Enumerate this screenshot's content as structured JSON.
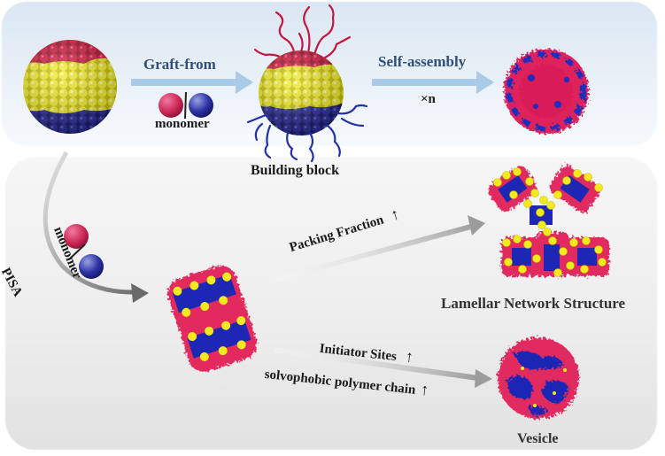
{
  "colors": {
    "red_block": "#d0173a",
    "yellow_block": "#f2ea1c",
    "blue_block": "#22238f",
    "polymer_red": "#e23466",
    "polymer_blue": "#1a2bb8",
    "arrow_light_blue": "#a9cbe8",
    "arrow_gray": "#9a9a9a",
    "label_blue": "#2f4f7a",
    "label_dark": "#1a1a1a"
  },
  "top_row": {
    "graft_arrow": {
      "label": "Graft-from"
    },
    "monomer_label": "monomer",
    "building_block_label": "Building block",
    "self_assembly_arrow": {
      "label": "Self-assembly",
      "multiplier": "×n"
    }
  },
  "bottom_row": {
    "pisa_label": "PISA",
    "monomer_label": "monomer",
    "upper_path": {
      "label": "Packing Fraction",
      "trend": "↑"
    },
    "lower_path": {
      "label_1": "Initiator Sites",
      "trend_1": "↑",
      "label_2": "solvophobic polymer chain",
      "trend_2": "↑"
    },
    "lamellar_label": "Lamellar Network Structure",
    "vesicle_label": "Vesicle"
  }
}
